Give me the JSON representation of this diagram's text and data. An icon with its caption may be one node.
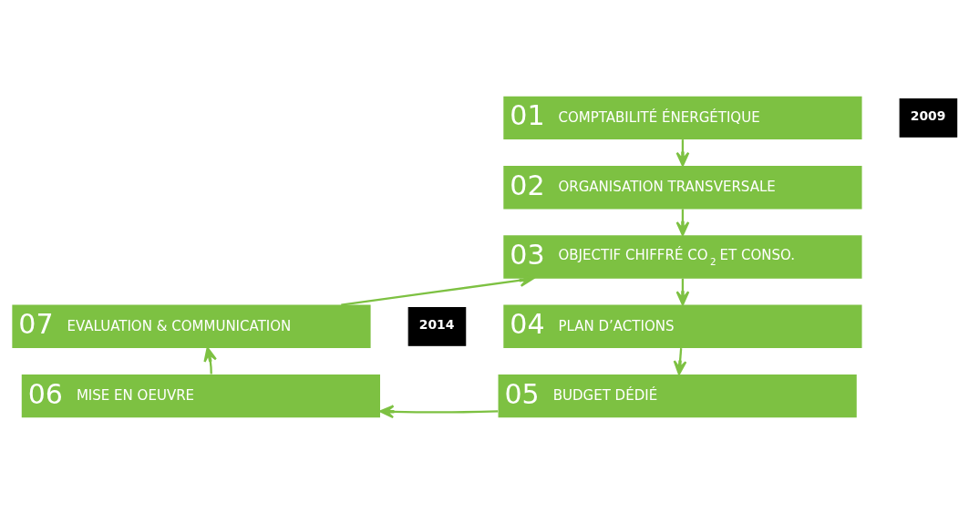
{
  "diagram": {
    "nodes": [
      {
        "text": [
          "01",
          "COMPTABILITÉ ÉNERGÉTIQUE"
        ],
        "beside": [
          "2009"
        ]
      },
      {
        "text": [
          "02",
          "ORGANISATION TRANSVERSALE"
        ]
      },
      {
        "text": [
          "03",
          "OBJECTIF CHIFFRÉ CO$_{2}$ ET CONSO."
        ]
      },
      {
        "text": [
          "04",
          "PLAN D’ACTIONS"
        ]
      },
      {
        "text": [
          "05",
          "BUDGET DÉDIÉ"
        ]
      },
      {
        "text": [
          "06",
          "MISE EN OEUVRE"
        ]
      },
      {
        "text": [
          "07",
          "EVALUATION & COMMUNICATION"
        ],
        "beside": [
          "2014"
        ]
      }
    ],
    "edges": [
      {
        "from": 0,
        "to": 1,
        "arrow": "to"
      },
      {
        "from": 1,
        "to": 2,
        "arrow": "to"
      },
      {
        "from": 2,
        "to": 3,
        "arrow": "to"
      },
      {
        "from": 3,
        "to": 4,
        "arrow": "to"
      },
      {
        "from": 4,
        "to": 5,
        "arrow": "to"
      },
      {
        "from": 5,
        "to": 6,
        "arrow": "to"
      },
      {
        "from": 6,
        "to": 2,
        "arrow": "to"
      }
    ]
  }
}
